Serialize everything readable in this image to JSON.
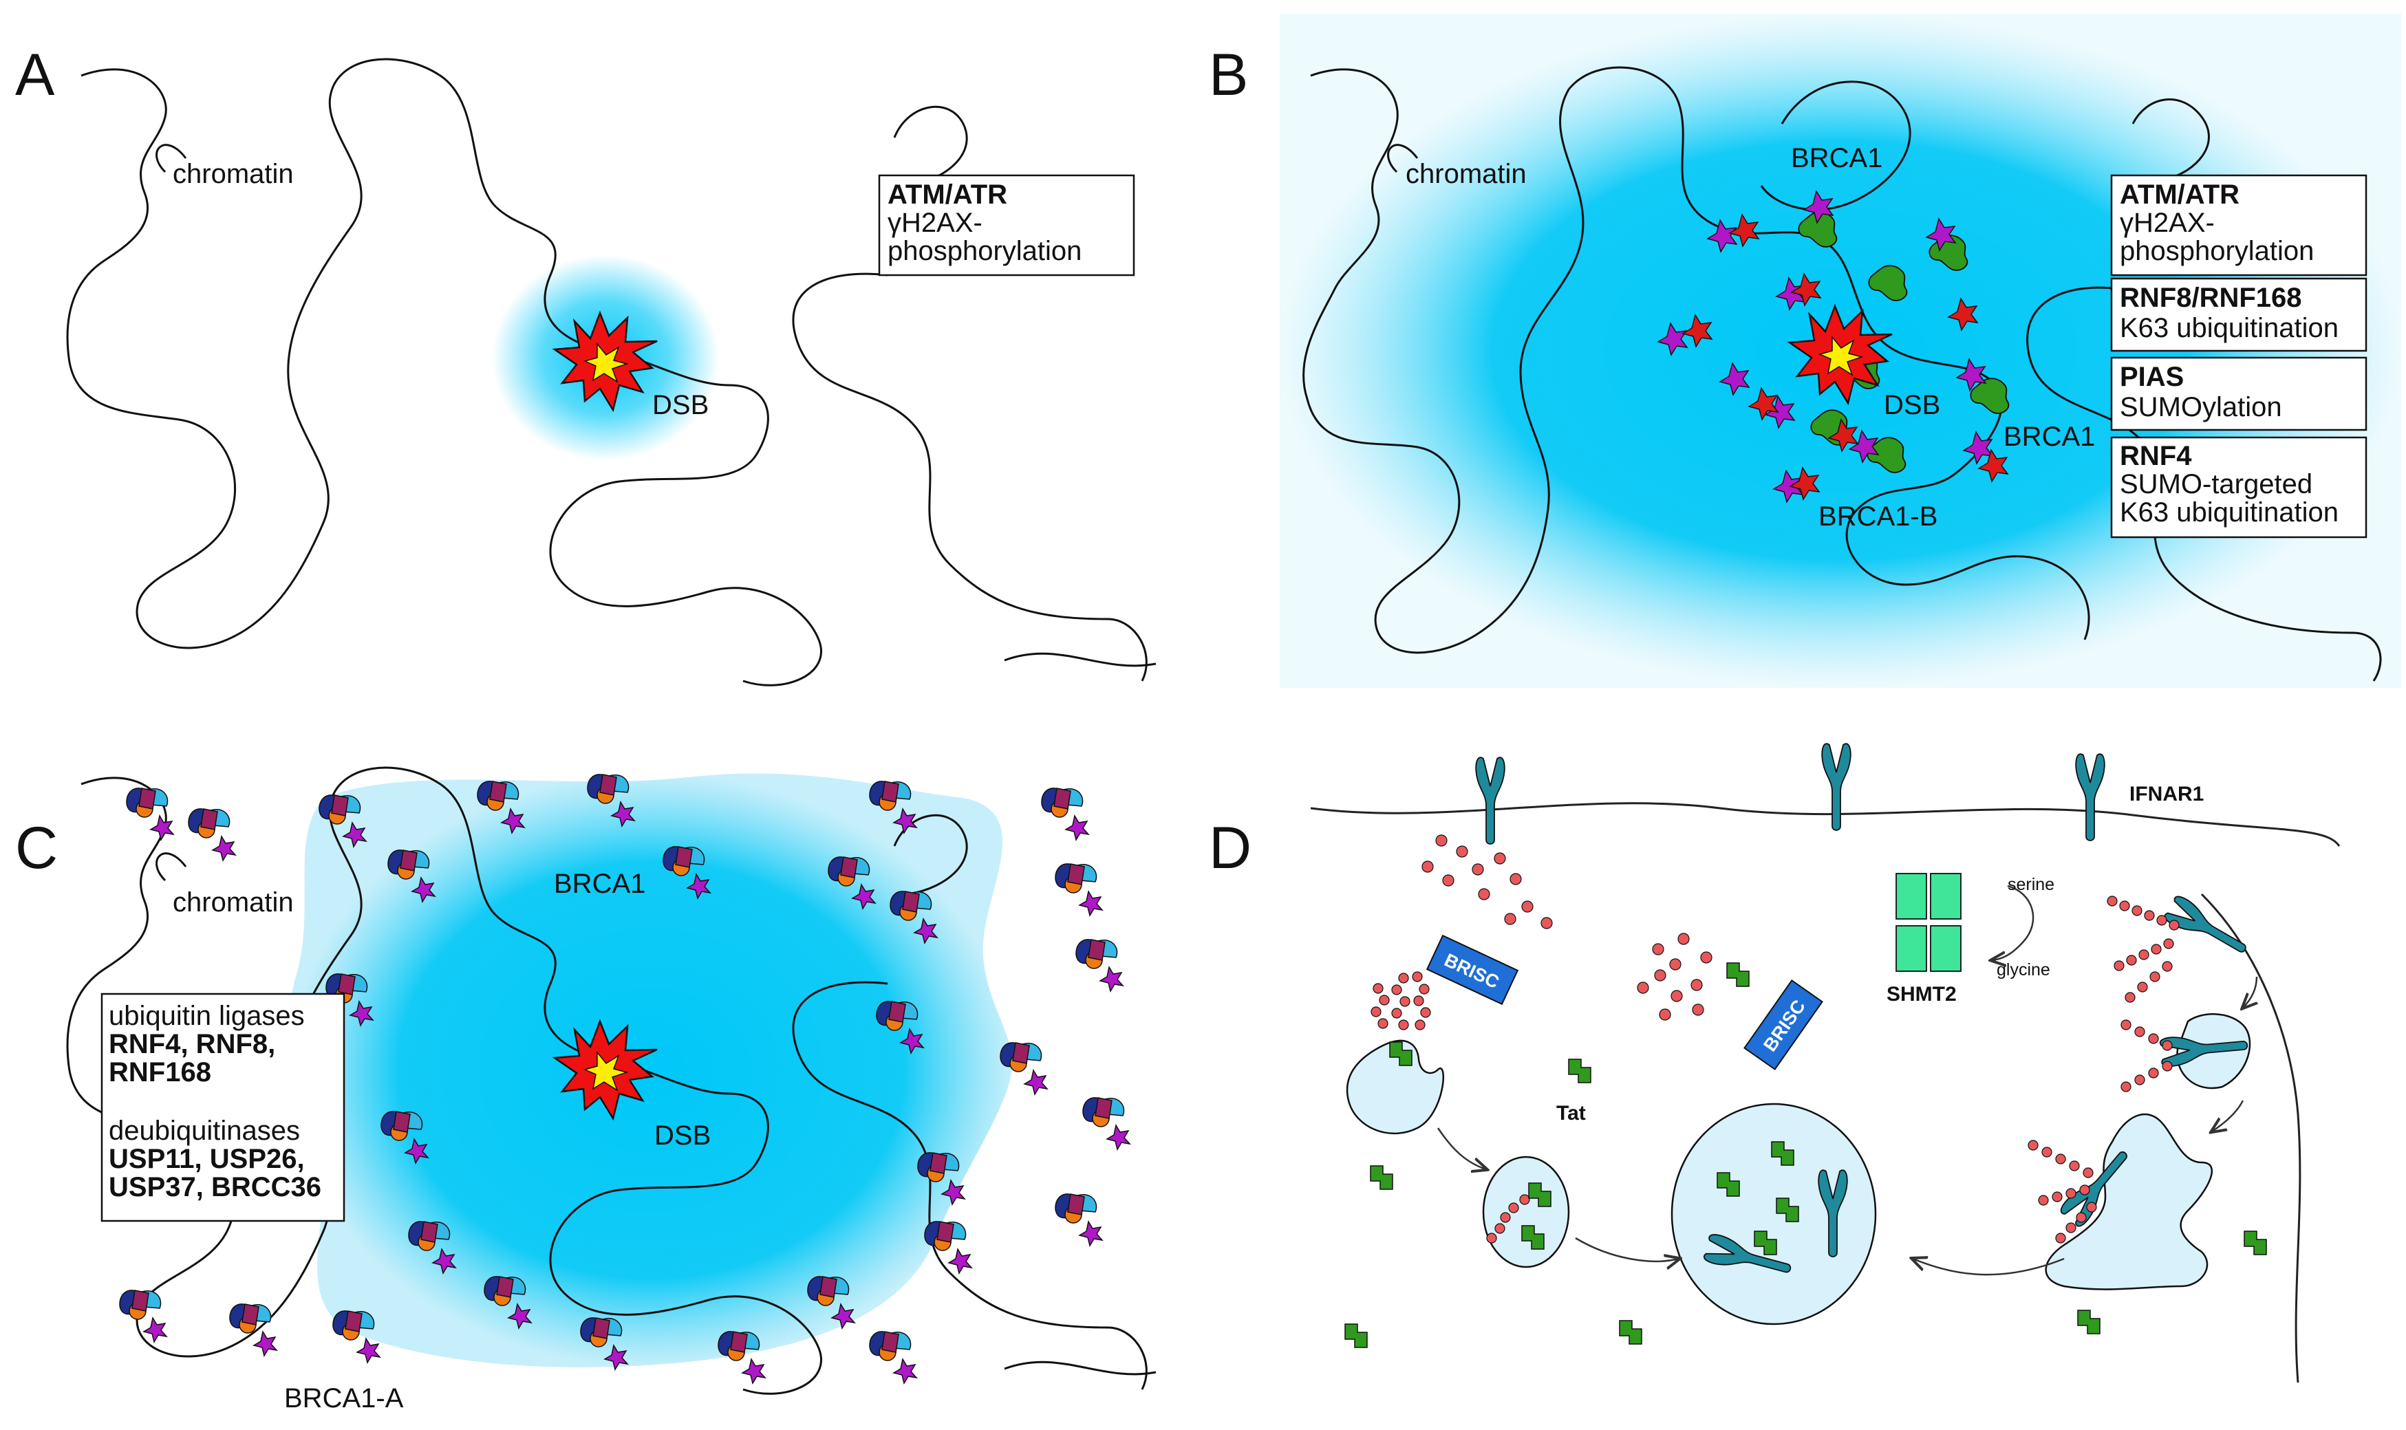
{
  "panels": {
    "a": {
      "letter": "A",
      "chromatin_label": "chromatin",
      "dsb_label": "DSB",
      "box": {
        "line1": "ATM/ATR",
        "line2": "γH2AX-",
        "line3": "phosphorylation"
      }
    },
    "b": {
      "letter": "B",
      "chromatin_label": "chromatin",
      "dsb_label": "DSB",
      "brca1_label_top": "BRCA1",
      "brca1_label_right": "BRCA1",
      "brca1b_label": "BRCA1-B",
      "boxes": [
        {
          "title": "ATM/ATR",
          "line2": "γH2AX-",
          "line3": "phosphorylation"
        },
        {
          "title": "RNF8/RNF168",
          "line2": "K63 ubiquitination"
        },
        {
          "title": "PIAS",
          "line2": "SUMOylation"
        },
        {
          "title": "RNF4",
          "line2": "SUMO-targeted",
          "line3": "K63 ubiquitination"
        }
      ]
    },
    "c": {
      "letter": "C",
      "chromatin_label": "chromatin",
      "dsb_label": "DSB",
      "brca1_label": "BRCA1",
      "brca1a_label": "BRCA1-A",
      "box": {
        "ligases_heading": "ubiquitin ligases",
        "ligases_line1": "RNF4, RNF8,",
        "ligases_line2": "RNF168",
        "dub_heading": "deubiquitinases",
        "dub_line1": "USP11, USP26,",
        "dub_line2": "USP37, BRCC36"
      }
    },
    "d": {
      "letter": "D",
      "ifnar1_label": "IFNAR1",
      "brisc_label": "BRISC",
      "tat_label": "Tat",
      "shmt2_label": "SHMT2",
      "serine_label": "serine",
      "glycine_label": "glycine"
    }
  },
  "colors": {
    "glow": "#00c8f8",
    "dsb_burst": "#ee1111",
    "dsb_core": "#ffee00",
    "brca1_green": "#2f9a1e",
    "sumo_magenta": "#b017c8",
    "ubiquitin_red": "#dd1a1a",
    "complex_navy": "#1e2f8c",
    "complex_cyan": "#35b8e6",
    "complex_orange": "#f07a12",
    "complex_plum": "#9a2160",
    "receptor_teal": "#1f8a9b",
    "brisc_blue": "#1f6fd6",
    "shmt2_green": "#3fe598",
    "vesicle_fill": "#d9f1fb",
    "bead_red": "#e8585a"
  }
}
